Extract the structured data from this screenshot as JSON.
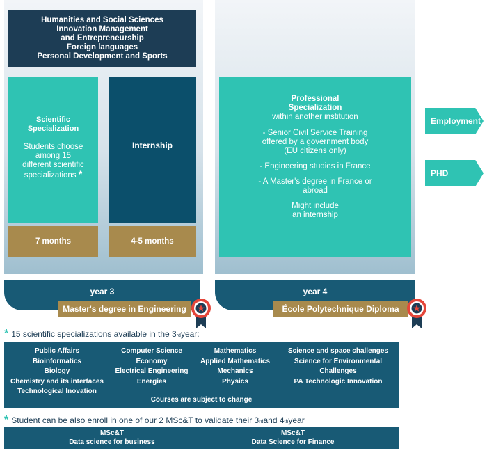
{
  "top_box": {
    "lines": [
      "Humanities and Social Sciences",
      "Innovation Management",
      "and Entrepreneurship",
      "Foreign languages",
      "Personal Development and Sports"
    ]
  },
  "year3": {
    "scientific": {
      "title_lines": [
        "Scientific",
        "Specialization"
      ],
      "body_lines": [
        "Students choose",
        "among 15",
        "different scientific",
        "specializations"
      ],
      "asterisk": "*"
    },
    "internship": {
      "title": "Internship"
    },
    "duration_left": "7 months",
    "duration_right": "4-5 months",
    "year_label": "year 3",
    "ribbon": "Master's degree in Engineering"
  },
  "year4": {
    "professional": {
      "title_lines": [
        "Professional",
        "Specialization"
      ],
      "subtitle": "within another institution",
      "bullet1_lines": [
        "-  Senior Civil Service Training",
        "offered by a government body",
        "(EU citizens only)"
      ],
      "bullet2": "-  Engineering studies in France",
      "bullet3_lines": [
        "-  A Master's degree in France or",
        "abroad"
      ],
      "note_lines": [
        "Might include",
        "an internship"
      ]
    },
    "year_label": "year 4",
    "ribbon": "École Polytechnique Diploma"
  },
  "outcomes": [
    "Employment",
    "PHD"
  ],
  "note1": {
    "star": "*",
    "text_before": "15 scientific specializations available in the 3",
    "sup": "rd",
    "text_after": " year:"
  },
  "specializations": {
    "col1": [
      "Public Affairs",
      "Bioinformatics",
      "Biology",
      "Chemistry and its interfaces",
      "Technological Inovation"
    ],
    "col2": [
      "Computer Science",
      "Economy",
      "Electrical Engineering",
      "Energies"
    ],
    "col3": [
      "Mathematics",
      "Applied Mathematics",
      "Mechanics",
      "Physics"
    ],
    "col4": [
      "Science and space challenges",
      "Science for Environmental",
      "Challenges",
      "PA Technologic Innovation"
    ],
    "footer": "Courses are subject to change"
  },
  "note2": {
    "star": "*",
    "text_before": "Student can be also enroll in one of our 2 MSc&T to validate their 3",
    "sup1": "rd",
    "text_mid": " and 4",
    "sup2": "th",
    "text_after": " year"
  },
  "msct": [
    {
      "title": "MSc&T",
      "subtitle": "Data science for business"
    },
    {
      "title": "MSc&T",
      "subtitle": "Data Science for Finance"
    }
  ],
  "colors": {
    "navy": "#1d3d55",
    "teal": "#2fc3b3",
    "deep_teal": "#0b4f6b",
    "gold": "#a88a4d",
    "bar_blue": "#185a75",
    "medal_red": "#e4463a"
  }
}
